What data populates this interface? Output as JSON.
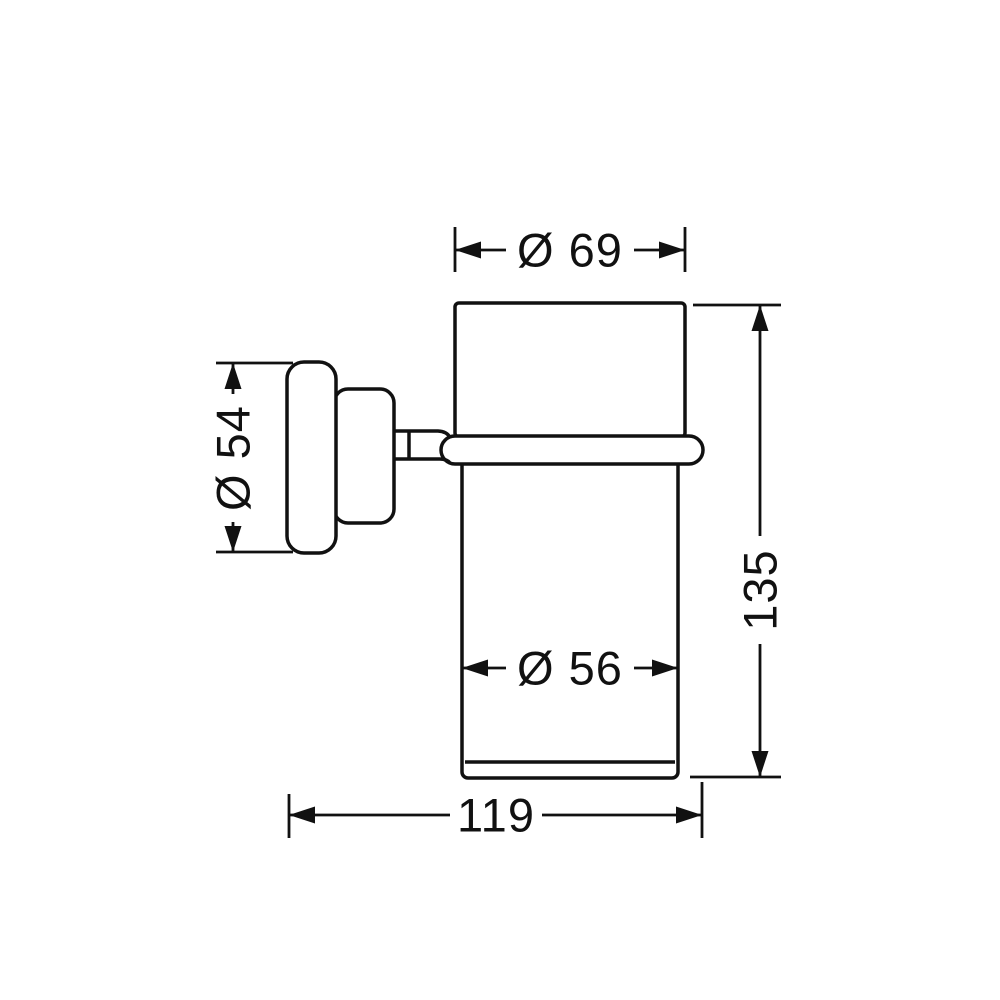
{
  "page": {
    "background": "#ffffff"
  },
  "drawing": {
    "kind": "technical-dimension-drawing",
    "line_color": "#111111",
    "labels": {
      "top_diameter": "Ø 69",
      "plate_diameter": "Ø 54",
      "overall_height": "135",
      "inner_diameter": "Ø 56",
      "depth": "119"
    }
  }
}
